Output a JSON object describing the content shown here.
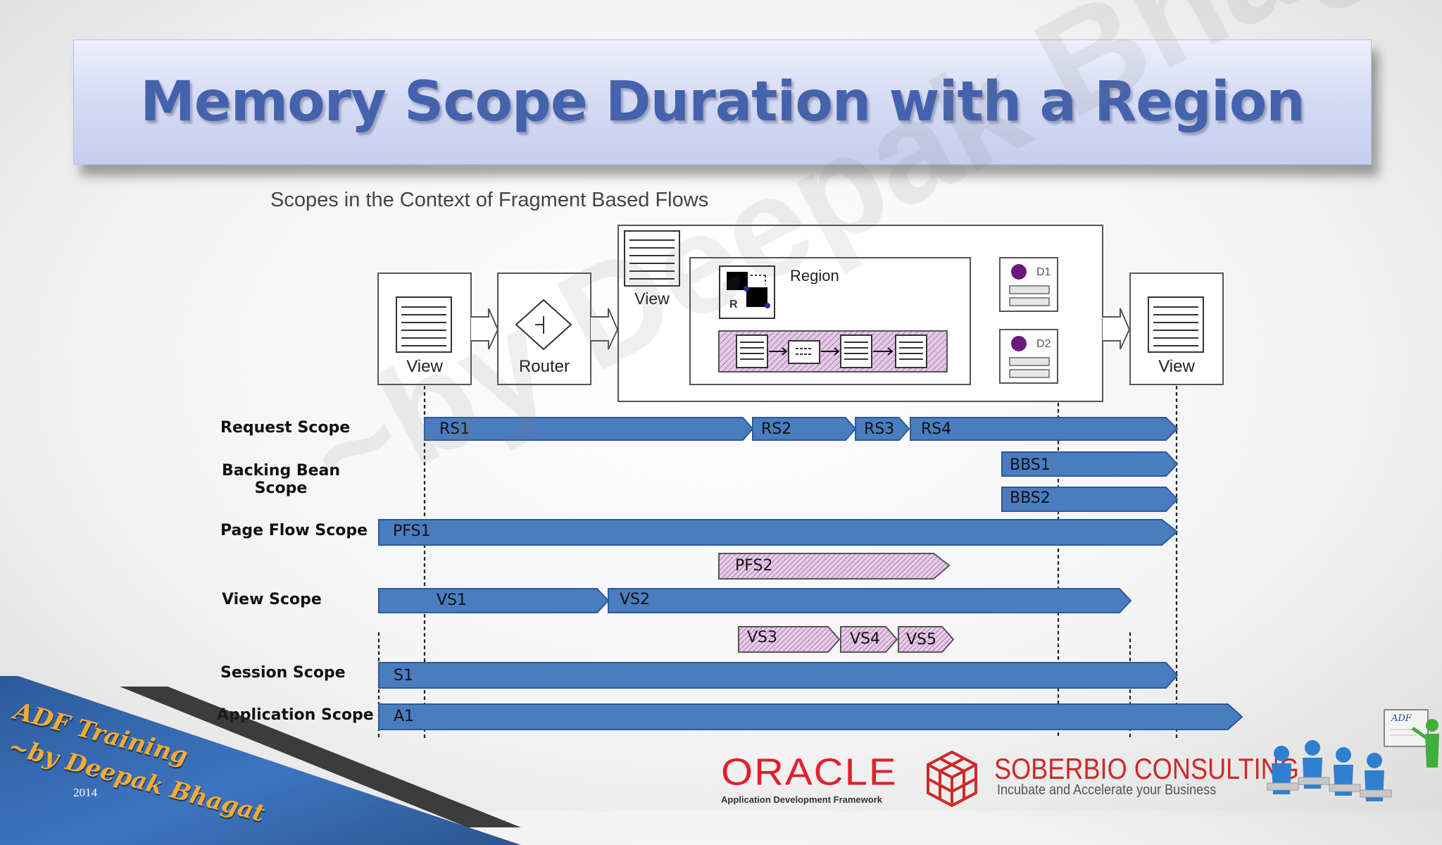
{
  "slide": {
    "title": "Memory Scope Duration with a Region",
    "watermark": "~by Deepak Bhagat"
  },
  "diagram": {
    "caption": "Scopes in the Context of Fragment Based Flows",
    "nodes": [
      {
        "id": "view-1",
        "label": "View"
      },
      {
        "id": "router",
        "label": "Router"
      },
      {
        "id": "view-2",
        "label": "View"
      },
      {
        "id": "region",
        "label": "Region",
        "icon_letter": "R"
      },
      {
        "id": "d1",
        "label": "D1"
      },
      {
        "id": "d2",
        "label": "D2"
      },
      {
        "id": "view-3",
        "label": "View"
      }
    ],
    "scope_labels": {
      "request": "Request Scope",
      "backing_bean_line1": "Backing Bean",
      "backing_bean_line2": "Scope",
      "page_flow": "Page Flow Scope",
      "view": "View Scope",
      "session": "Session Scope",
      "application": "Application Scope"
    },
    "bars": [
      {
        "label": "RS1",
        "scope": "Request Scope",
        "style": "solid"
      },
      {
        "label": "RS2",
        "scope": "Request Scope",
        "style": "solid"
      },
      {
        "label": "RS3",
        "scope": "Request Scope",
        "style": "solid"
      },
      {
        "label": "RS4",
        "scope": "Request Scope",
        "style": "solid"
      },
      {
        "label": "BBS1",
        "scope": "Backing Bean Scope",
        "style": "solid"
      },
      {
        "label": "BBS2",
        "scope": "Backing Bean Scope",
        "style": "solid"
      },
      {
        "label": "PFS1",
        "scope": "Page Flow Scope",
        "style": "solid"
      },
      {
        "label": "PFS2",
        "scope": "Page Flow Scope",
        "style": "hatched"
      },
      {
        "label": "VS1",
        "scope": "View Scope",
        "style": "solid"
      },
      {
        "label": "VS2",
        "scope": "View Scope",
        "style": "solid"
      },
      {
        "label": "VS3",
        "scope": "View Scope",
        "style": "hatched"
      },
      {
        "label": "VS4",
        "scope": "View Scope",
        "style": "hatched"
      },
      {
        "label": "VS5",
        "scope": "View Scope",
        "style": "hatched"
      },
      {
        "label": "S1",
        "scope": "Session Scope",
        "style": "solid"
      },
      {
        "label": "A1",
        "scope": "Application Scope",
        "style": "solid"
      }
    ],
    "colors": {
      "bar": "#4a7cc0",
      "bar_edge": "#2d5a96",
      "hatch": "#d9aedd",
      "box_border": "#555555"
    }
  },
  "branding": {
    "corner_line1": "ADF Training",
    "corner_line2": "~by Deepak Bhagat",
    "year": "2014",
    "oracle_word": "ORACLE",
    "oracle_sub": "Application Development Framework",
    "soberbio_name": "SOBERBIO CONSULTING",
    "soberbio_tag": "Incubate and Accelerate your Business",
    "board_text": "ADF",
    "accent_red": "#e2202a",
    "accent_orange": "#f2ab36"
  }
}
